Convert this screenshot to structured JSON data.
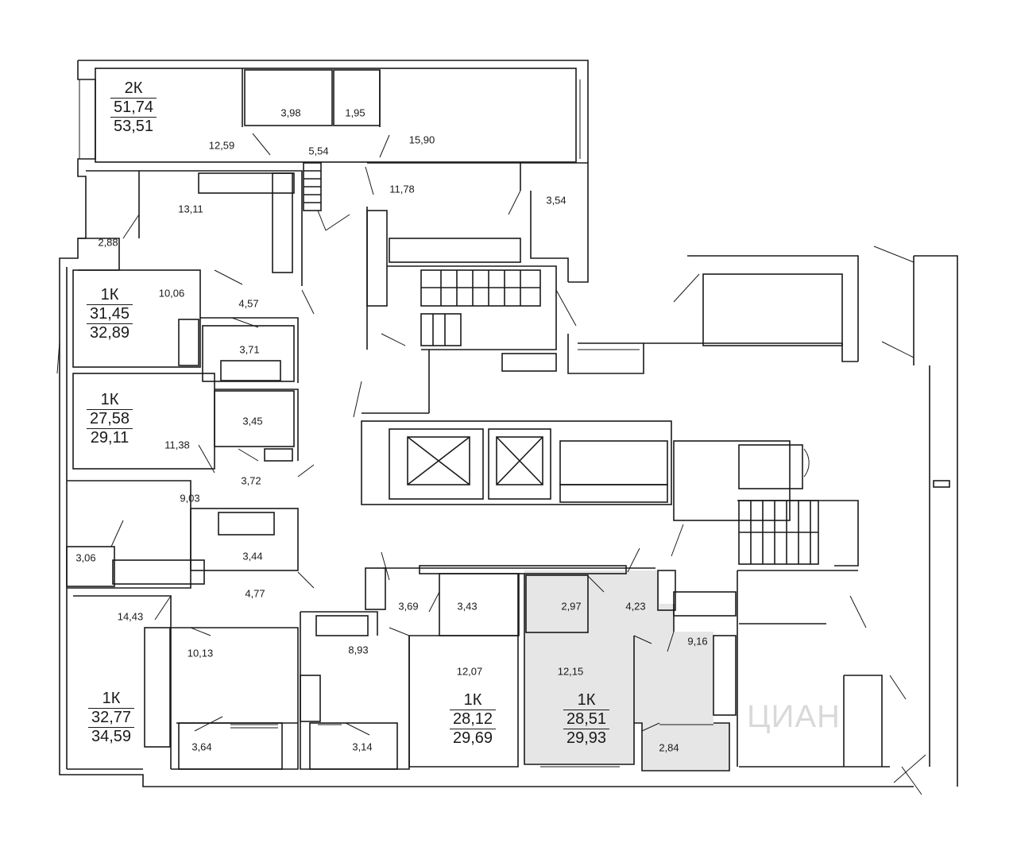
{
  "colors": {
    "wall": "#1a1a1a",
    "highlight": "#e6e6e6",
    "background": "#ffffff"
  },
  "apartments": [
    {
      "id": "apt-2k-top",
      "type": "2К",
      "living_area": "51,74",
      "total_area": "53,51"
    },
    {
      "id": "apt-1k-a",
      "type": "1К",
      "living_area": "31,45",
      "total_area": "32,89"
    },
    {
      "id": "apt-1k-b",
      "type": "1К",
      "living_area": "27,58",
      "total_area": "29,11"
    },
    {
      "id": "apt-1k-c",
      "type": "1К",
      "living_area": "32,77",
      "total_area": "34,59"
    },
    {
      "id": "apt-1k-d",
      "type": "1К",
      "living_area": "28,12",
      "total_area": "29,69"
    },
    {
      "id": "apt-1k-selected",
      "type": "1К",
      "living_area": "28,51",
      "total_area": "29,93",
      "selected": true
    }
  ],
  "room_areas": {
    "r_1259": "12,59",
    "r_398": "3,98",
    "r_195": "1,95",
    "r_554": "5,54",
    "r_1590": "15,90",
    "r_1311": "13,11",
    "r_1178": "11,78",
    "r_354": "3,54",
    "r_288": "2,88",
    "r_1006": "10,06",
    "r_457": "4,57",
    "r_371": "3,71",
    "r_345": "3,45",
    "r_1138": "11,38",
    "r_372": "3,72",
    "r_903": "9,03",
    "r_344": "3,44",
    "r_306": "3,06",
    "r_477": "4,77",
    "r_1443": "14,43",
    "r_1013": "10,13",
    "r_369": "3,69",
    "r_343": "3,43",
    "r_297": "2,97",
    "r_423": "4,23",
    "r_893": "8,93",
    "r_916": "9,16",
    "r_1207": "12,07",
    "r_1215": "12,15",
    "r_364": "3,64",
    "r_314": "3,14",
    "r_284": "2,84"
  },
  "watermark": "ЦИАН"
}
